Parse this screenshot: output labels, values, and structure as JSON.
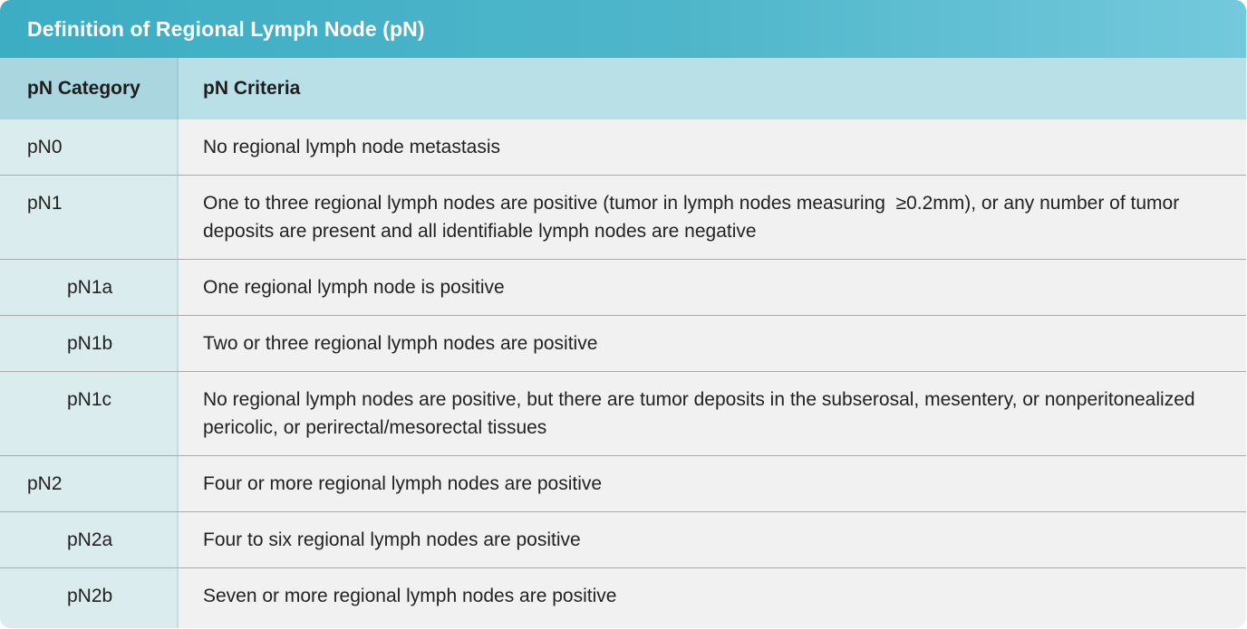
{
  "table": {
    "title": "Definition of Regional Lymph Node (pN)",
    "headers": {
      "category": "pN Category",
      "criteria": "pN Criteria"
    },
    "rows": [
      {
        "category": "pN0",
        "criteria": "No regional lymph node metastasis"
      },
      {
        "category": "pN1",
        "criteria": "One to three regional lymph nodes are positive (tumor in lymph nodes measuring  ≥0.2mm), or any number of tumor deposits are present and all identifiable lymph nodes are negative"
      },
      {
        "category": "pN1a",
        "criteria": "One regional lymph node is positive"
      },
      {
        "category": "pN1b",
        "criteria": "Two or three regional lymph nodes are positive"
      },
      {
        "category": "pN1c",
        "criteria": "No regional lymph nodes are positive, but there are tumor deposits in the subserosal, mesentery, or nonperitonealized pericolic, or perirectal/mesorectal tissues"
      },
      {
        "category": "pN2",
        "criteria": "Four or more regional lymph nodes are positive"
      },
      {
        "category": "pN2a",
        "criteria": "Four to six regional lymph nodes are positive"
      },
      {
        "category": "pN2b",
        "criteria": "Seven or more regional lymph nodes are positive"
      }
    ]
  },
  "colors": {
    "title_bar": "#4fb6ca",
    "header_row": "#b9dfe7",
    "category_column": "#dbecef",
    "criteria_column": "#f1f1f1"
  }
}
